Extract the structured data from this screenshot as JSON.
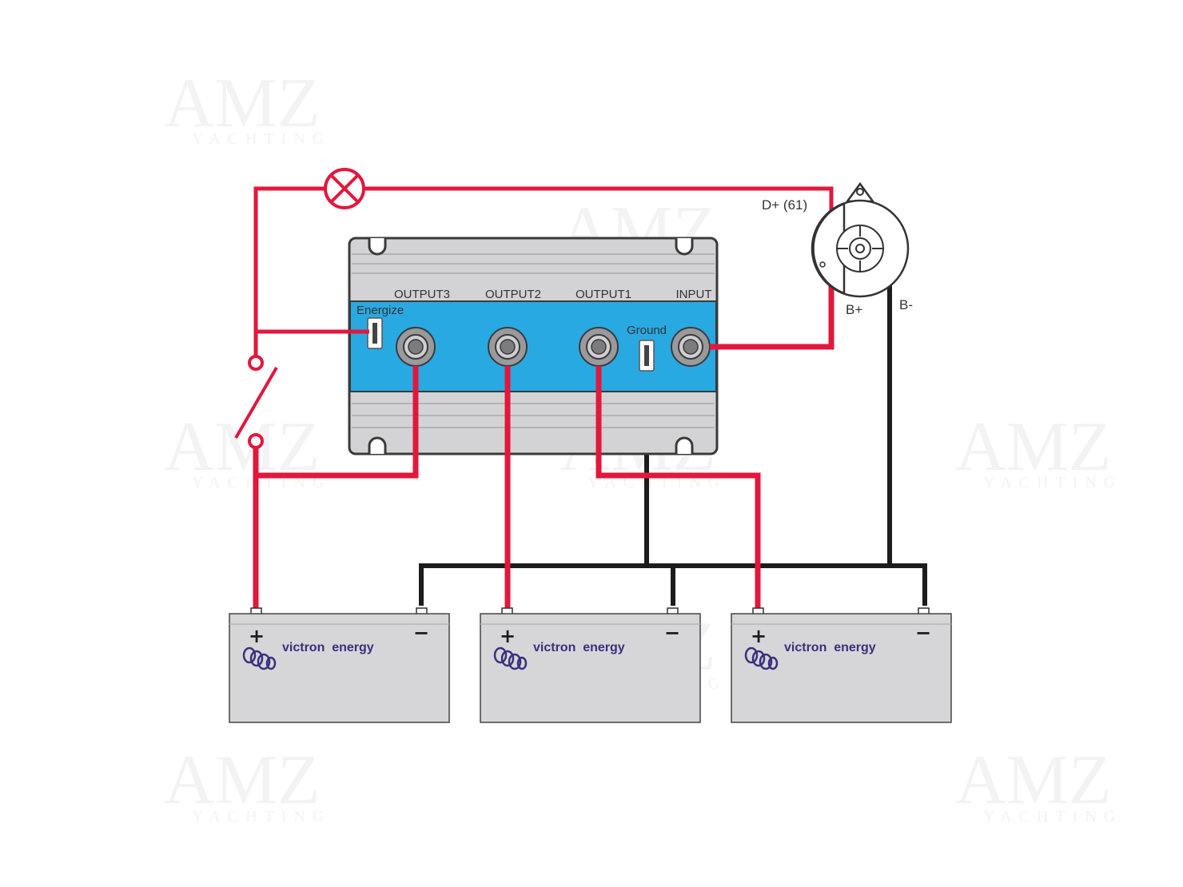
{
  "watermark": {
    "brand": "AMZ",
    "tagline": "YACHTING"
  },
  "colors": {
    "positive_wire": "#e3173c",
    "negative_wire": "#1c1c1c",
    "isolator_band": "#29a9e1",
    "isolator_housing": "#d3d3d5",
    "battery_body": "#d6d6d8",
    "brand_text": "#3a2f7e"
  },
  "isolator": {
    "terminals": {
      "output3": "OUTPUT3",
      "output2": "OUTPUT2",
      "output1": "OUTPUT1",
      "input": "INPUT"
    },
    "energize_label": "Energize",
    "ground_label": "Ground"
  },
  "alternator": {
    "d_plus_label": "D+ (61)",
    "b_plus_label": "B+",
    "b_minus_label": "B-"
  },
  "batteries": [
    {
      "brand": "victron  energy",
      "plus_symbol": "+",
      "minus_symbol": "−"
    },
    {
      "brand": "victron  energy",
      "plus_symbol": "+",
      "minus_symbol": "−"
    },
    {
      "brand": "victron  energy",
      "plus_symbol": "+",
      "minus_symbol": "−"
    }
  ],
  "icons": {
    "charge_lamp": "lamp-icon",
    "switch": "switch-icon",
    "alternator": "alternator-icon",
    "battery_logo": "victron-logo-icon"
  }
}
